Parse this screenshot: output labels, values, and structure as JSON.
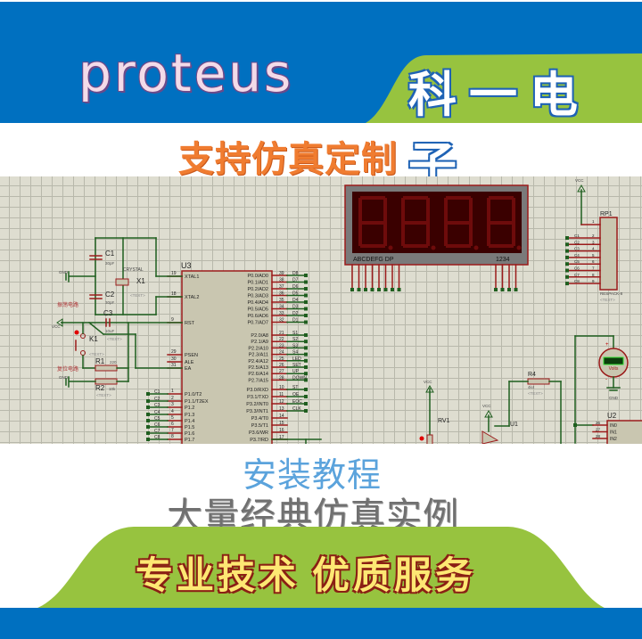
{
  "colors": {
    "brand_blue": "#0070c0",
    "brand_green": "#97c33f",
    "subtitle_orange": "#f07c30",
    "wire": "#1f5e1f",
    "pin": "#9b1b1b"
  },
  "header": {
    "logo": "proteus",
    "shop_name": "科一电子",
    "subtitle": "支持仿真定制"
  },
  "body": {
    "tutorial": "安装教程",
    "examples": "大量经典仿真实例"
  },
  "footer": {
    "slogan_a": "专业技术",
    "slogan_b": "优质服务"
  },
  "schematic": {
    "u3": {
      "ref": "U3",
      "left_pins": [
        {
          "num": "19",
          "name": "XTAL1"
        },
        {
          "num": "18",
          "name": "XTAL2"
        },
        {
          "num": "9",
          "name": "RST"
        },
        {
          "num": "29",
          "name": "PSEN"
        },
        {
          "num": "30",
          "name": "ALE"
        },
        {
          "num": "31",
          "name": "EA"
        },
        {
          "num": "1",
          "name": "P1.0/T2",
          "net": "C1"
        },
        {
          "num": "2",
          "name": "P1.1/T2EX",
          "net": "C2"
        },
        {
          "num": "3",
          "name": "P1.2",
          "net": "C3"
        },
        {
          "num": "4",
          "name": "P1.3",
          "net": "C4"
        },
        {
          "num": "5",
          "name": "P1.4",
          "net": "C5"
        },
        {
          "num": "6",
          "name": "P1.5",
          "net": "C6"
        },
        {
          "num": "7",
          "name": "P1.6",
          "net": "C7"
        },
        {
          "num": "8",
          "name": "P1.7",
          "net": "C8"
        }
      ],
      "right_pins": [
        {
          "num": "39",
          "name": "P0.0/AD0",
          "net": "D8"
        },
        {
          "num": "38",
          "name": "P0.1/AD1",
          "net": "D7"
        },
        {
          "num": "37",
          "name": "P0.2/AD2",
          "net": "D6"
        },
        {
          "num": "36",
          "name": "P0.3/AD3",
          "net": "D5"
        },
        {
          "num": "35",
          "name": "P0.4/AD4",
          "net": "D4"
        },
        {
          "num": "34",
          "name": "P0.5/AD5",
          "net": "D3"
        },
        {
          "num": "33",
          "name": "P0.6/AD6",
          "net": "D2"
        },
        {
          "num": "32",
          "name": "P0.7/AD7",
          "net": "D1"
        },
        {
          "num": "21",
          "name": "P2.0/A8",
          "net": "S1"
        },
        {
          "num": "22",
          "name": "P2.1/A9",
          "net": "S2"
        },
        {
          "num": "23",
          "name": "P2.2/A10",
          "net": "S3"
        },
        {
          "num": "24",
          "name": "P2.3/A11",
          "net": "S4"
        },
        {
          "num": "25",
          "name": "P2.4/A12",
          "net": "LED"
        },
        {
          "num": "26",
          "name": "P2.5/A13",
          "net": "SET"
        },
        {
          "num": "27",
          "name": "P2.6/A14",
          "net": "UP"
        },
        {
          "num": "28",
          "name": "P2.7/A15",
          "net": "DOWN"
        },
        {
          "num": "10",
          "name": "P3.0/RXD",
          "net": "ST"
        },
        {
          "num": "11",
          "name": "P3.1/TXD",
          "net": "OE"
        },
        {
          "num": "12",
          "name": "P3.2/INT0",
          "net": "EOC"
        },
        {
          "num": "13",
          "name": "P3.3/INT1",
          "net": "CLK"
        },
        {
          "num": "14",
          "name": "P3.4/T0"
        },
        {
          "num": "15",
          "name": "P3.5/T1"
        },
        {
          "num": "16",
          "name": "P3.6/WR"
        },
        {
          "num": "17",
          "name": "P3.7/RD"
        }
      ]
    },
    "parts": {
      "c1": "C1",
      "c1_val": "30pF",
      "c2": "C2",
      "c2_val": "30pF",
      "c3": "C3",
      "c3_val": "10uF",
      "x1": "X1",
      "crystal": "CRYSTAL",
      "k1": "K1",
      "r1": "R1",
      "r1_val": "220",
      "r2": "R2",
      "r2_val": "10k",
      "text_tag": "<TEXT>",
      "gnd": "GND",
      "vcc": "VCC",
      "osc_label": "振荡电路",
      "reset_label": "复位电路",
      "display_seg_labels": "ABCDEFG DP",
      "display_digit_labels": "1234",
      "rp1": "RP1",
      "rp1_type": "RESPACK-8",
      "rp1_pins": [
        "1",
        "2",
        "3",
        "4",
        "5",
        "6",
        "7",
        "8",
        "9"
      ],
      "rp1_nets": [
        "C1",
        "C2",
        "C3",
        "C4",
        "C5",
        "C6",
        "C7",
        "C8"
      ],
      "r4": "R4",
      "r4_val": "4k4",
      "rv1": "RV1",
      "u1": "U1",
      "u2": "U2",
      "u2_pins": [
        {
          "num": "26",
          "name": "IN0"
        },
        {
          "num": "27",
          "name": "IN1"
        },
        {
          "num": "28",
          "name": "IN2"
        }
      ],
      "volts": "Volts",
      "plus": "+",
      "minus": "-"
    }
  }
}
